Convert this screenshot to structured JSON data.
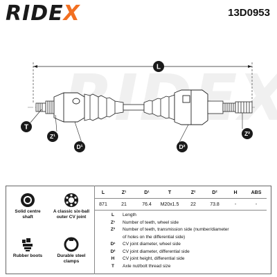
{
  "header": {
    "brand_main": "RIDE",
    "brand_x": "X",
    "part_number": "13D0953"
  },
  "drawing": {
    "watermark": "RIDEX",
    "callouts": {
      "length": "L",
      "thread": "T",
      "z1": "Z¹",
      "d1": "D¹",
      "d2": "D²",
      "z2": "Z²"
    }
  },
  "features": [
    {
      "icon": "shaft-icon",
      "label": "Solid centre shaft"
    },
    {
      "icon": "cv-joint-icon",
      "label": "A classic six-ball outer CV joint"
    },
    {
      "icon": "boot-icon",
      "label": "Rubber boots"
    },
    {
      "icon": "clamp-icon",
      "label": "Durable steel clamps"
    }
  ],
  "spec_table": {
    "headers": [
      "L",
      "Z¹",
      "D¹",
      "T",
      "Z²",
      "D²",
      "H",
      "ABS"
    ],
    "values": [
      "871",
      "21",
      "76.4",
      "M20x1.5",
      "22",
      "73.8",
      "-",
      "-"
    ]
  },
  "legend": [
    {
      "key": "L",
      "text": "Length"
    },
    {
      "key": "Z¹",
      "text": "Number of teeth, wheel side"
    },
    {
      "key": "Z²",
      "text": "Number of teeth, transmission side (number/diameter"
    },
    {
      "key": "",
      "text": "of holes on the differential side)"
    },
    {
      "key": "D¹",
      "text": "CV joint diameter, wheel side"
    },
    {
      "key": "D²",
      "text": "CV joint diameter, differential side"
    },
    {
      "key": "H",
      "text": "CV joint height, differential side"
    },
    {
      "key": "T",
      "text": "Axle nut/bolt thread size"
    }
  ],
  "colors": {
    "accent": "#f26f21",
    "ink": "#1a1a1a",
    "callout_fill": "#1a1a1a"
  }
}
